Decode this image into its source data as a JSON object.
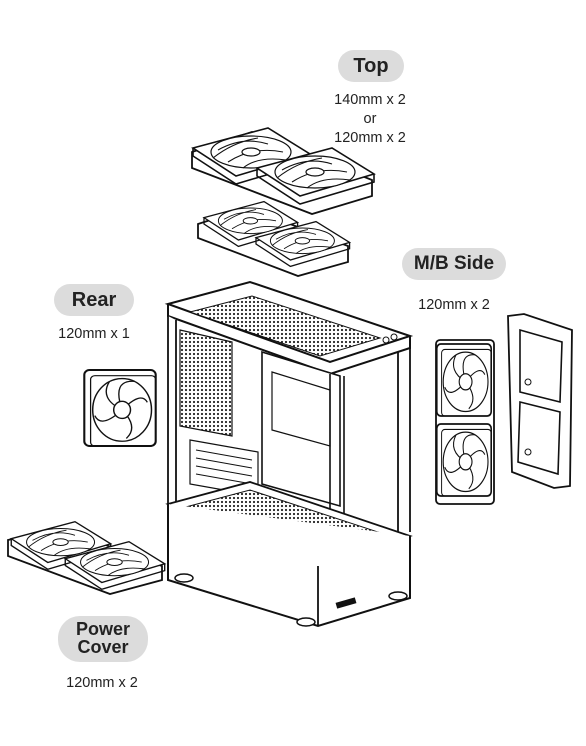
{
  "labels": {
    "top": {
      "title": "Top",
      "spec_line1": "140mm x 2",
      "spec_line2": "or",
      "spec_line3": "120mm x 2"
    },
    "mb_side": {
      "title": "M/B Side",
      "spec": "120mm x 2"
    },
    "rear": {
      "title": "Rear",
      "spec": "120mm x 1"
    },
    "power_cover": {
      "title_line1": "Power",
      "title_line2": "Cover",
      "spec": "120mm x 2"
    }
  }
}
